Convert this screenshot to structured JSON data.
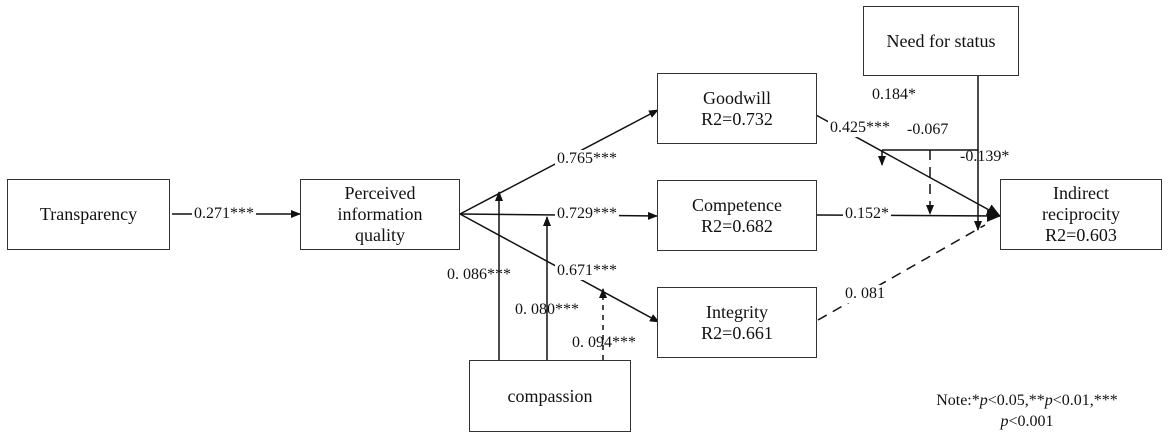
{
  "nodes": {
    "transparency": {
      "lines": [
        "Transparency"
      ]
    },
    "piq": {
      "lines": [
        "Perceived",
        "information",
        "quality"
      ]
    },
    "goodwill": {
      "lines": [
        "Goodwill",
        "R2=0.732"
      ]
    },
    "competence": {
      "lines": [
        "Competence",
        "R2=0.682"
      ]
    },
    "integrity": {
      "lines": [
        "Integrity",
        "R2=0.661"
      ]
    },
    "need_for_status": {
      "lines": [
        "Need for status"
      ]
    },
    "indirect_reciprocity": {
      "lines": [
        "Indirect",
        "reciprocity",
        "R2=0.603"
      ]
    },
    "compassion": {
      "lines": [
        "compassion"
      ]
    }
  },
  "paths": {
    "transparency_piq": "0.271***",
    "piq_goodwill": "0.765***",
    "piq_competence": "0.729***",
    "piq_integrity": "0.671***",
    "goodwill_ir": "0.425***",
    "competence_ir": "0.152*",
    "integrity_ir": "0. 081",
    "status_goodwill_ir": "0.184*",
    "status_competence_ir": "-0.067",
    "status_integrity_ir": "-0.139*",
    "compassion_goodwill": "0. 086***",
    "compassion_competence": "0. 080***",
    "compassion_integrity": "0. 094***"
  },
  "note": {
    "line1_prefix": "Note:*",
    "p1": "p",
    "line1_mid1": "<0.05,**",
    "p2": "p",
    "line1_mid2": "<0.01,***",
    "p3": "p",
    "line2_suffix": "<0.001"
  }
}
